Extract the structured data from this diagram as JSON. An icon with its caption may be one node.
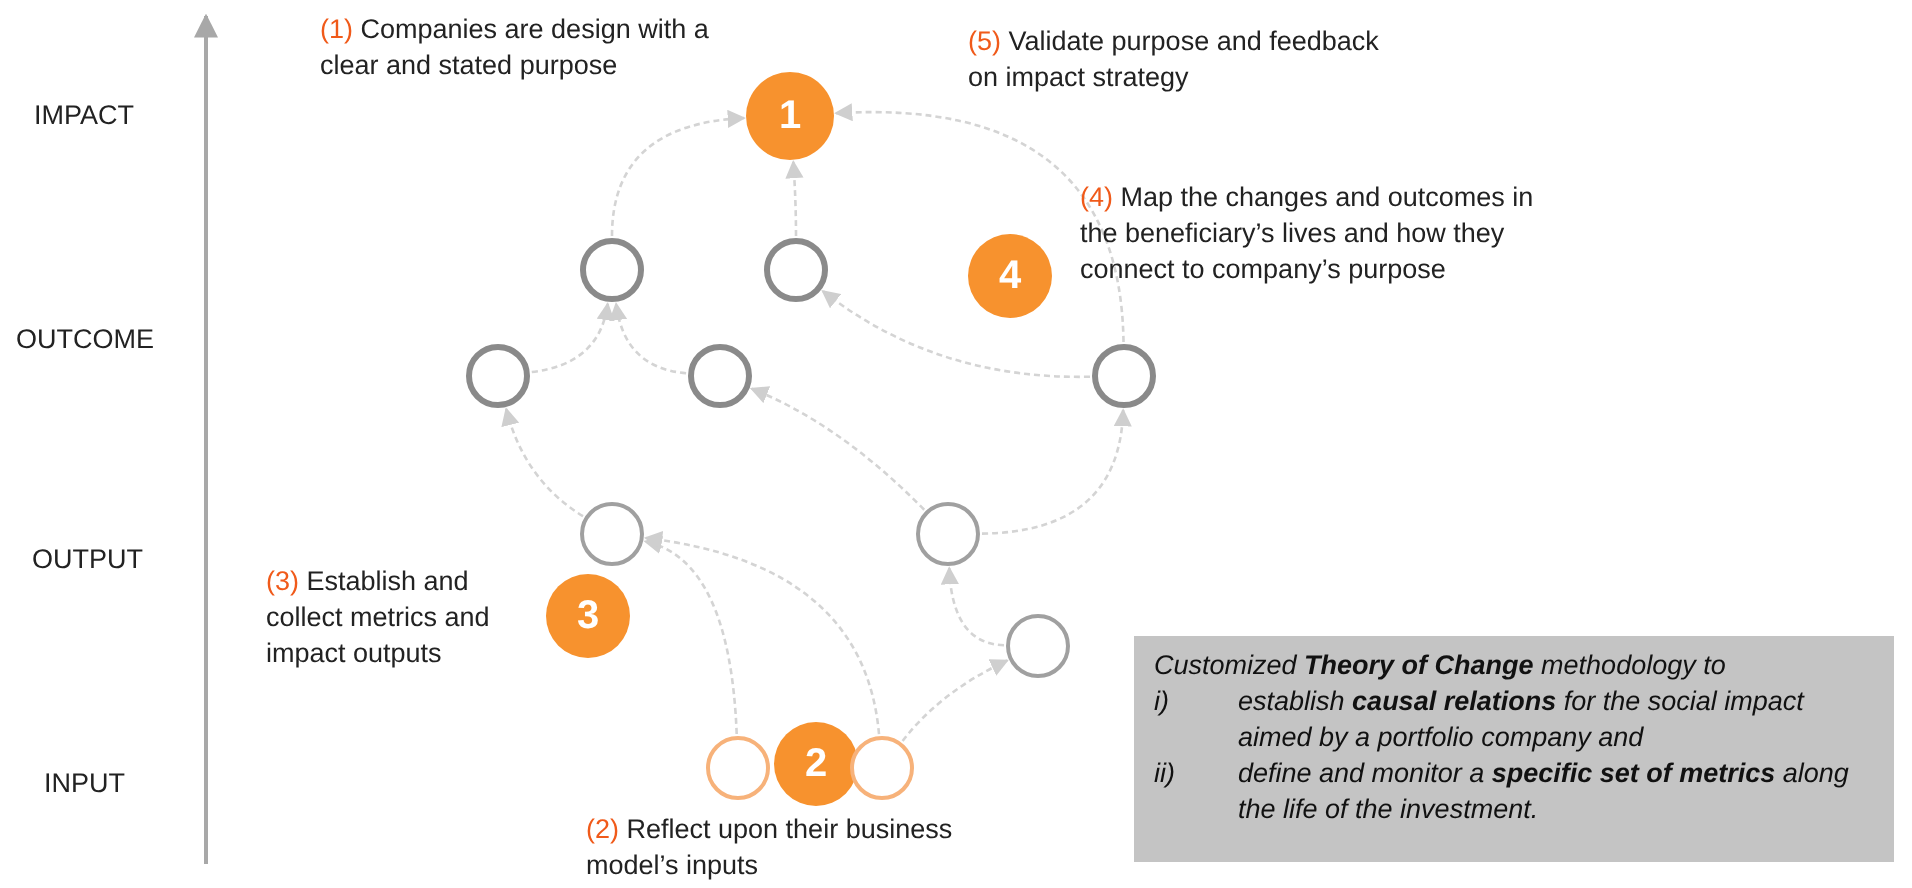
{
  "diagram": {
    "nodes": [
      {
        "text": [
          "1"
        ],
        "beside": [
          "(1) Companies are design with a clear and stated purpose"
        ]
      },
      {
        "text": [],
        "shape": "circle"
      },
      {
        "text": [],
        "shape": "circle"
      },
      {
        "text": [
          "4"
        ],
        "beside": [
          "(4) Map the changes and outcomes in the beneficiary’s lives and how they connect to company’s purpose"
        ]
      },
      {
        "text": [],
        "shape": "circle"
      },
      {
        "text": [],
        "shape": "circle"
      },
      {
        "text": [],
        "shape": "circle"
      },
      {
        "text": [],
        "shape": "circle"
      },
      {
        "text": [],
        "shape": "circle"
      },
      {
        "text": [
          "3"
        ],
        "beside": [
          "(3) Establish and collect metrics and impact outputs"
        ]
      },
      {
        "text": [],
        "shape": "circle"
      },
      {
        "text": [],
        "shape": "circle"
      },
      {
        "text": [
          "2"
        ],
        "beside": [
          "(2) Reflect upon their business model’s inputs"
        ]
      },
      {
        "text": [],
        "shape": "circle"
      }
    ],
    "edges": [
      {
        "from": 1,
        "to": 0,
        "arrow": "to"
      },
      {
        "from": 2,
        "to": 0,
        "arrow": "to"
      },
      {
        "from": 6,
        "to": 0,
        "arrow": "to"
      },
      {
        "from": 4,
        "to": 1,
        "arrow": "to"
      },
      {
        "from": 5,
        "to": 1,
        "arrow": "to"
      },
      {
        "from": 6,
        "to": 2,
        "arrow": "to"
      },
      {
        "from": 7,
        "to": 4,
        "arrow": "to"
      },
      {
        "from": 8,
        "to": 5,
        "arrow": "to"
      },
      {
        "from": 8,
        "to": 6,
        "arrow": "to"
      },
      {
        "from": 10,
        "to": 8,
        "arrow": "to"
      },
      {
        "from": 11,
        "to": 7,
        "arrow": "to"
      },
      {
        "from": 13,
        "to": 7,
        "arrow": "to"
      },
      {
        "from": 13,
        "to": 10,
        "arrow": "to"
      }
    ],
    "labels": [
      "(5) Validate purpose and feedback on impact strategy",
      "IMPACT",
      "OUTCOME",
      "OUTPUT",
      "INPUT",
      "Customized **Theory of Change** methodology to",
      "i)",
      "establish **causal relations** for the social impact aimed by a portfolio company and",
      "ii)",
      "define and monitor a **specific set of metrics** along the life of the investment."
    ]
  }
}
